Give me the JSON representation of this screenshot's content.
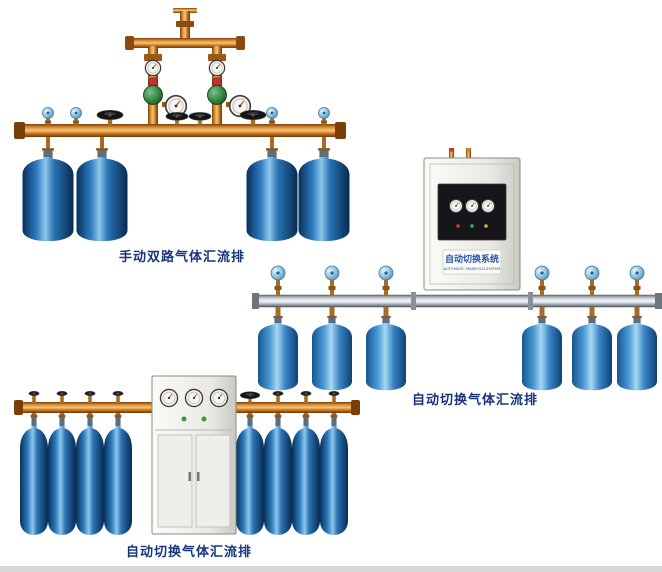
{
  "page": {
    "background": "#ffffff",
    "caption_color": "#17357c"
  },
  "products": [
    {
      "name": "manual-dual-manifold",
      "caption": "手动双路气体汇流排",
      "cylinders": 4
    },
    {
      "name": "auto-switch-manifold-wall",
      "caption": "自动切换气体汇流排",
      "cylinders": 6
    },
    {
      "name": "auto-switch-manifold-floor",
      "caption": "自动切换气体汇流排",
      "cylinders": 8
    }
  ],
  "cabinet": {
    "label_cn": "自动切换系统",
    "label_en": "AUTOMATIC MANIFOLD SYSTEM"
  },
  "colors": {
    "copper": "#c97b2d",
    "cylinder_blue": "#1e6cb0",
    "cylinder_blue_light": "#4d9bd6",
    "steel": "#aeb4bc",
    "cabinet": "#e9e9e4",
    "panel_black": "#16161a"
  }
}
